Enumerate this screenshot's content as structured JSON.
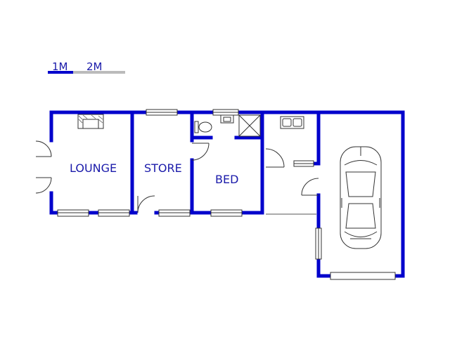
{
  "scale_bar": {
    "label_1": "1M",
    "label_2": "2M"
  },
  "rooms": {
    "lounge": "LOUNGE",
    "store": "STORE",
    "bed": "BED"
  },
  "colors": {
    "wall": "#0000cc",
    "fixture": "#333333",
    "scale_light": "#bbbbbb"
  }
}
